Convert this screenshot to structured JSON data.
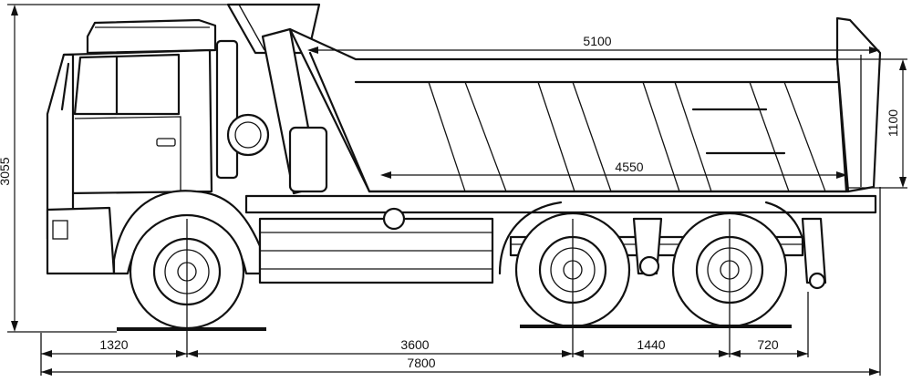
{
  "dimensions": {
    "overall_length": "7800",
    "front_overhang": "1320",
    "wheelbase": "3600",
    "rear_axle_spacing": "1440",
    "rear_overhang": "720",
    "overall_height": "3055",
    "body_length_top": "5100",
    "body_length_bottom": "4550",
    "body_height": "1100"
  }
}
